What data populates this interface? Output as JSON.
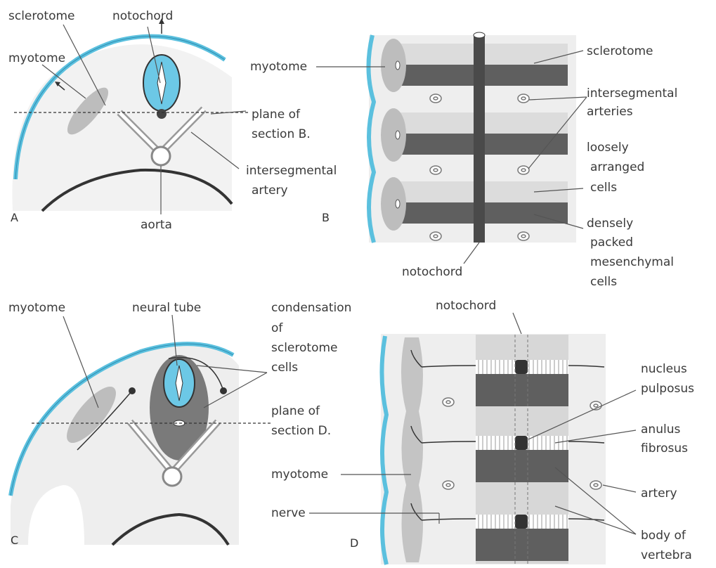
{
  "panels": {
    "A": {
      "letter": "A",
      "labels": {
        "sclerotome": "sclerotome",
        "notochord": "notochord",
        "myotome": "myotome",
        "plane1": "plane of",
        "plane2": "section B.",
        "isa1": "intersegmental",
        "isa2": "artery",
        "aorta": "aorta"
      }
    },
    "B": {
      "letter": "B",
      "labels": {
        "myotome": "myotome",
        "sclerotome": "sclerotome",
        "isa1": "intersegmental",
        "isa2": "arteries",
        "loose1": "loosely",
        "loose2": "arranged",
        "loose3": "cells",
        "dense1": "densely",
        "dense2": "packed",
        "dense3": "mesenchymal",
        "dense4": "cells",
        "notochord": "notochord"
      }
    },
    "C": {
      "letter": "C",
      "labels": {
        "myotome": "myotome",
        "neural_tube": "neural tube",
        "cond1": "condensation",
        "cond2": "of",
        "cond3": "sclerotome",
        "cond4": "cells",
        "plane1": "plane of",
        "plane2": "section D."
      }
    },
    "D": {
      "letter": "D",
      "labels": {
        "notochord": "notochord",
        "nucleus1": "nucleus",
        "nucleus2": "pulposus",
        "anulus1": "anulus",
        "anulus2": "fibrosus",
        "myotome": "myotome",
        "artery": "artery",
        "nerve": "nerve",
        "body1": "body of",
        "body2": "vertebra"
      }
    }
  },
  "colors": {
    "ectoderm_blue": "#5bc0de",
    "neural_blue": "#6cc8e6",
    "dense": "#5f5f5f",
    "loose": "#dcdcdc",
    "myotome": "#bdbdbd",
    "background_tissue": "#eeeeee"
  }
}
